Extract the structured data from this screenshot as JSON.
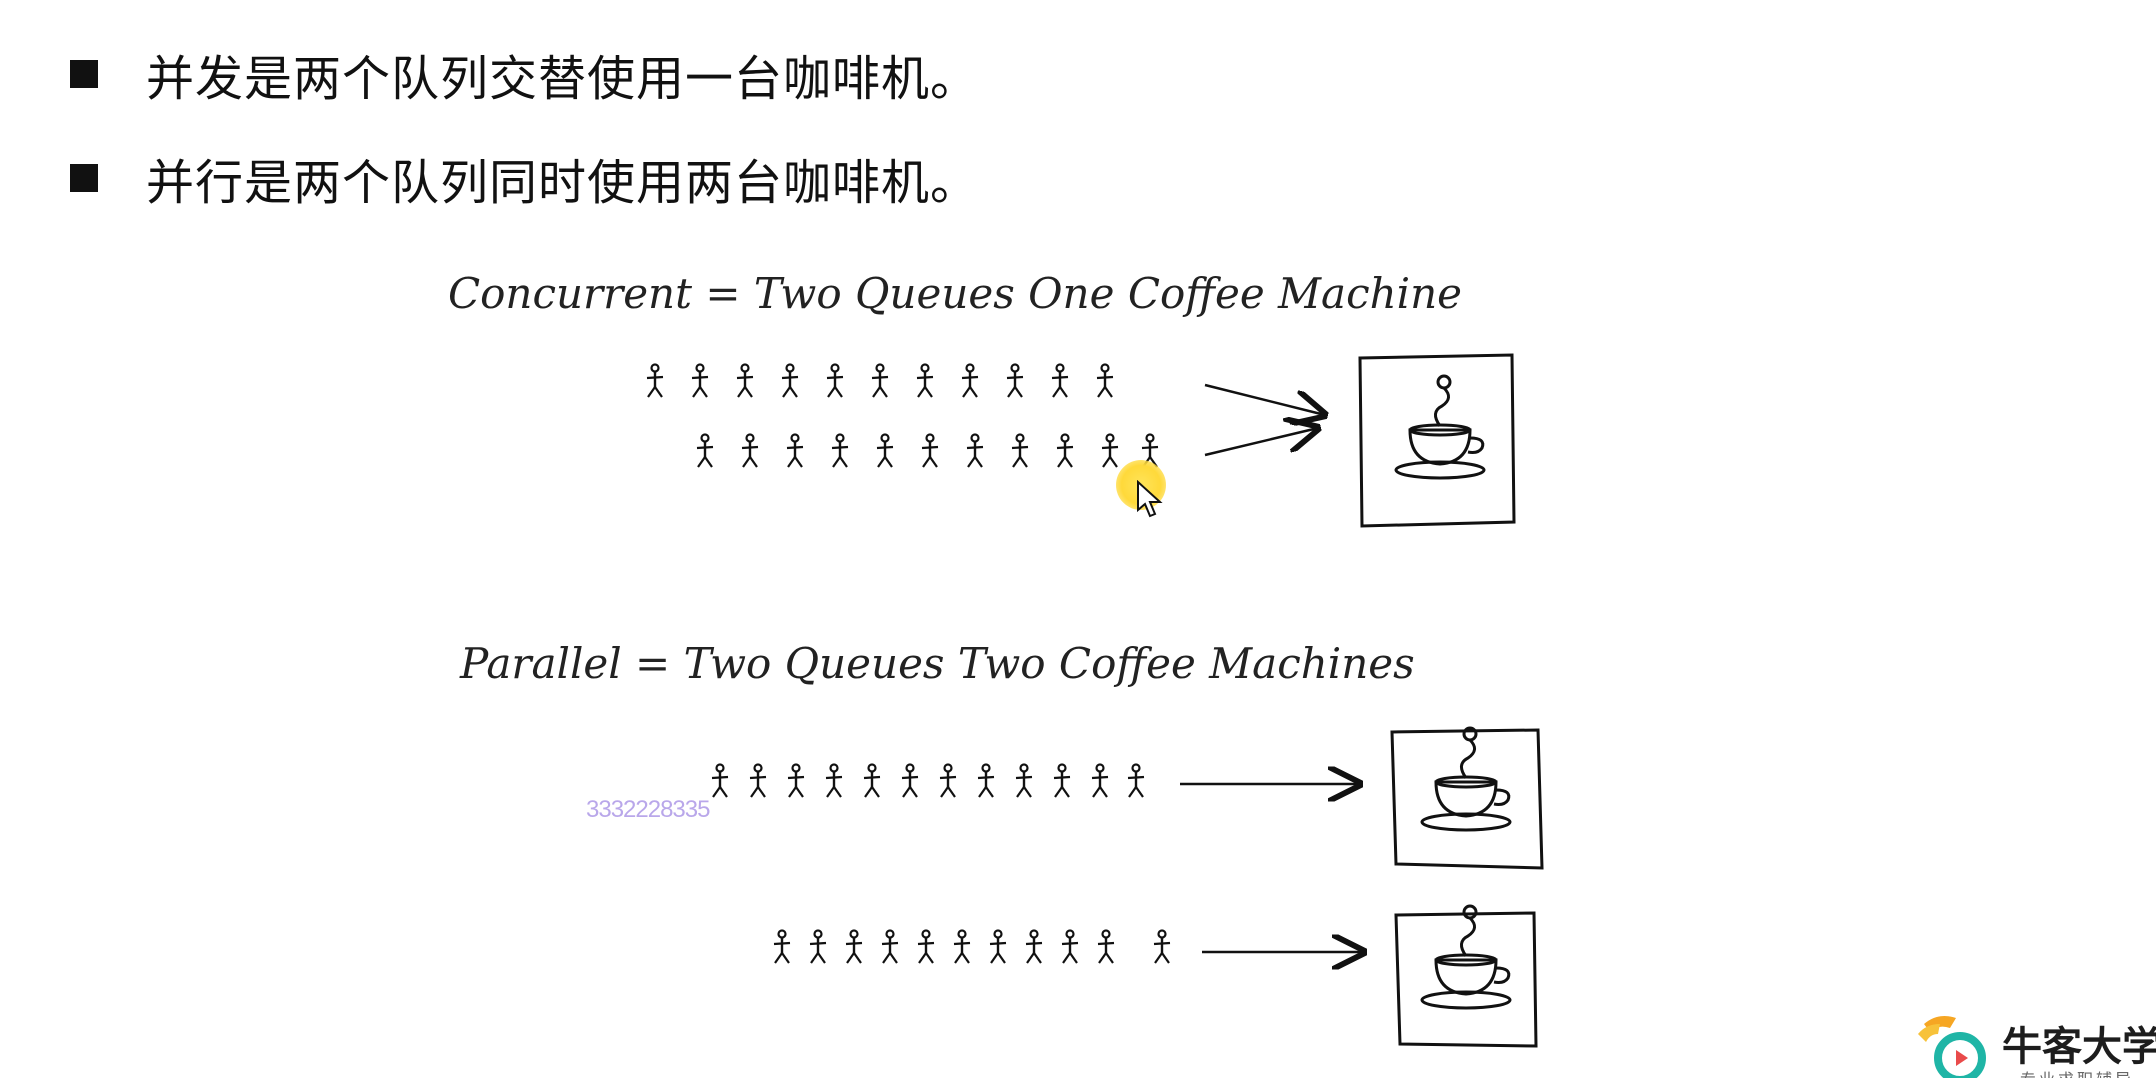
{
  "bullets": [
    "并发是两个队列交替使用一台咖啡机。",
    "并行是两个队列同时使用两台咖啡机。"
  ],
  "diagram": {
    "concurrent_caption": "Concurrent = Two Queues One Coffee Machine",
    "parallel_caption": "Parallel = Two Queues Two Coffee Machines",
    "icons": [
      "stick-figure-icon",
      "arrow-icon",
      "coffee-cup-icon"
    ]
  },
  "watermark": "3332228335",
  "brand": {
    "name": "牛客大学",
    "tagline": "专业求职辅导",
    "colors": {
      "accent_orange": "#f6a623",
      "accent_teal": "#1fb5a6"
    }
  },
  "cursor": {
    "icon": "mouse-pointer-icon",
    "highlight_color": "#ffe45a"
  }
}
